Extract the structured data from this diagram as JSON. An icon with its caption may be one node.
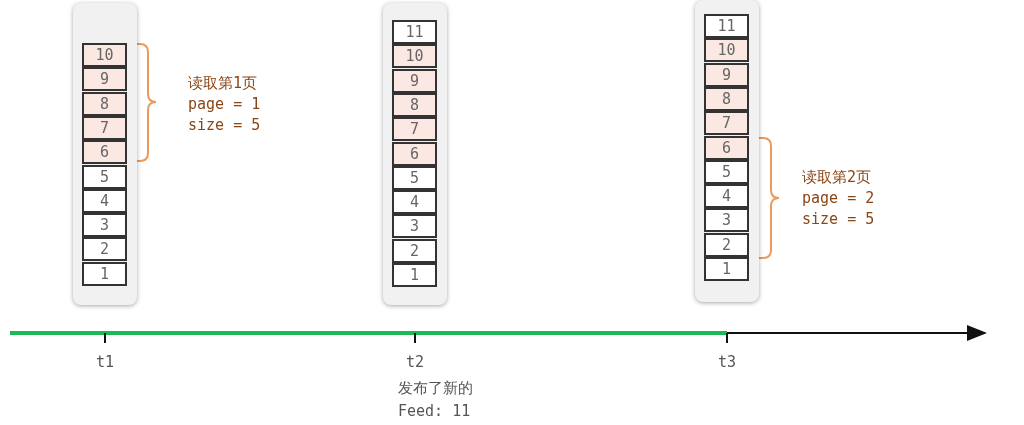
{
  "diagram": {
    "nodes": [
      {
        "text": [],
        "shape": "bar"
      },
      {
        "text": [
          "10"
        ],
        "in": 0
      },
      {
        "text": [
          "9"
        ],
        "in": 0
      },
      {
        "text": [
          "8"
        ],
        "in": 0
      },
      {
        "text": [
          "7"
        ],
        "in": 0
      },
      {
        "text": [
          "6"
        ],
        "in": 0
      },
      {
        "text": [
          "5"
        ],
        "in": 0
      },
      {
        "text": [
          "4"
        ],
        "in": 0
      },
      {
        "text": [
          "3"
        ],
        "in": 0
      },
      {
        "text": [
          "2"
        ],
        "in": 0
      },
      {
        "text": [
          "1"
        ],
        "in": 0
      },
      {
        "text": [],
        "shape": "bar"
      },
      {
        "text": [
          "11"
        ],
        "in": 11
      },
      {
        "text": [
          "10"
        ],
        "in": 11
      },
      {
        "text": [
          "9"
        ],
        "in": 11
      },
      {
        "text": [
          "8"
        ],
        "in": 11
      },
      {
        "text": [
          "7"
        ],
        "in": 11
      },
      {
        "text": [
          "6"
        ],
        "in": 11
      },
      {
        "text": [
          "5"
        ],
        "in": 11
      },
      {
        "text": [
          "4"
        ],
        "in": 11
      },
      {
        "text": [
          "3"
        ],
        "in": 11
      },
      {
        "text": [
          "2"
        ],
        "in": 11
      },
      {
        "text": [
          "1"
        ],
        "in": 11
      },
      {
        "text": [],
        "shape": "bar"
      },
      {
        "text": [
          "11"
        ],
        "in": 23
      },
      {
        "text": [
          "10"
        ],
        "in": 23
      },
      {
        "text": [
          "9"
        ],
        "in": 23
      },
      {
        "text": [
          "8"
        ],
        "in": 23
      },
      {
        "text": [
          "7"
        ],
        "in": 23
      },
      {
        "text": [
          "6"
        ],
        "in": 23
      },
      {
        "text": [
          "5"
        ],
        "in": 23
      },
      {
        "text": [
          "4"
        ],
        "in": 23
      },
      {
        "text": [
          "3"
        ],
        "in": 23
      },
      {
        "text": [
          "2"
        ],
        "in": 23
      },
      {
        "text": [
          "1"
        ],
        "in": 23
      }
    ],
    "edges": [],
    "labels": [
      "读取第1页",
      "page = 1",
      "size = 5",
      "读取第2页",
      "page = 2",
      "size = 5",
      "t1",
      "t2",
      "t3",
      "发布了新的",
      "Feed: 11"
    ]
  }
}
